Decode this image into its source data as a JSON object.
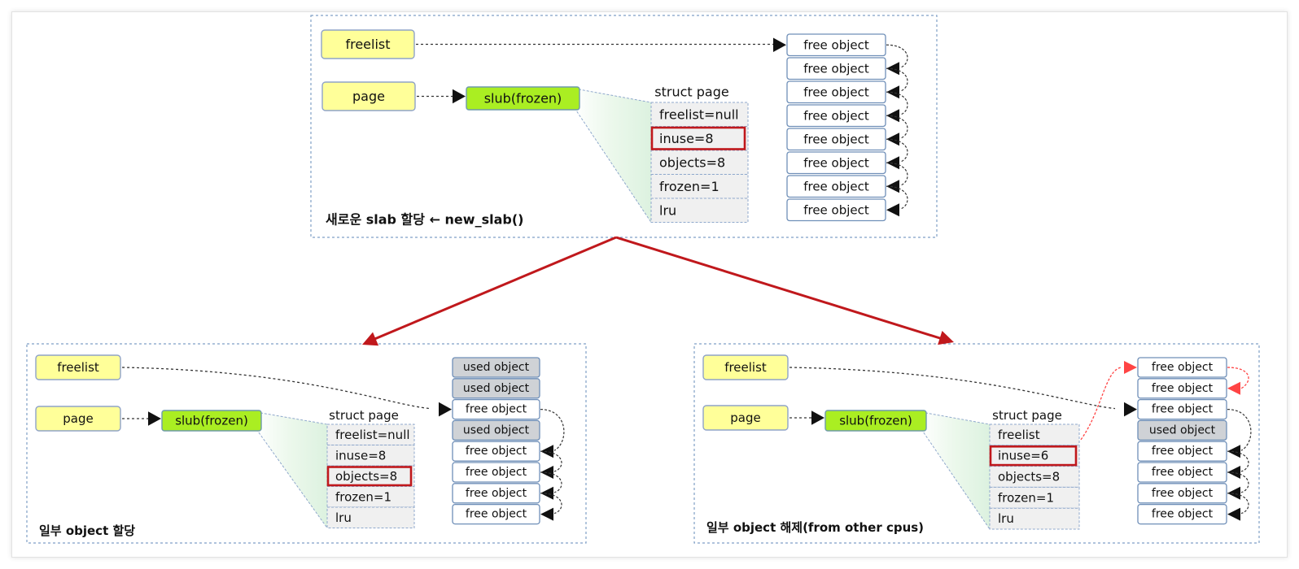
{
  "panels": [
    {
      "caption": "새로운 slab 할당 ← new_slab()",
      "freelist_label": "freelist",
      "page_label": "page",
      "slub_label": "slub(frozen)",
      "struct_title": "struct page",
      "fields": [
        "freelist=null",
        "inuse=8",
        "objects=8",
        "frozen=1",
        "lru"
      ],
      "highlight_field": 1,
      "objects": [
        "free object",
        "free object",
        "free object",
        "free object",
        "free object",
        "free object",
        "free object",
        "free object"
      ],
      "object_states": [
        "free",
        "free",
        "free",
        "free",
        "free",
        "free",
        "free",
        "free"
      ]
    },
    {
      "caption": "일부 object 할당",
      "freelist_label": "freelist",
      "page_label": "page",
      "slub_label": "slub(frozen)",
      "struct_title": "struct page",
      "fields": [
        "freelist=null",
        "inuse=8",
        "objects=8",
        "frozen=1",
        "lru"
      ],
      "highlight_field": 2,
      "objects": [
        "used object",
        "used object",
        "free object",
        "used object",
        "free object",
        "free object",
        "free object",
        "free object"
      ],
      "object_states": [
        "used",
        "used",
        "free",
        "used",
        "free",
        "free",
        "free",
        "free"
      ]
    },
    {
      "caption": "일부 object 해제(from other cpus)",
      "freelist_label": "freelist",
      "page_label": "page",
      "slub_label": "slub(frozen)",
      "struct_title": "struct page",
      "fields": [
        "freelist",
        "inuse=6",
        "objects=8",
        "frozen=1",
        "lru"
      ],
      "highlight_field": 1,
      "objects": [
        "free object",
        "free object",
        "free object",
        "used object",
        "free object",
        "free object",
        "free object",
        "free object"
      ],
      "object_states": [
        "free",
        "free",
        "free",
        "used",
        "free",
        "free",
        "free",
        "free"
      ]
    }
  ],
  "colors": {
    "panel_border": "#7f9fc6",
    "yellow_box": "#ffff99",
    "yellow_border": "#8fa3c7",
    "slub_fill": "#aaee22",
    "slub_border": "#6e9aaa",
    "field_fill": "#f0f0f0",
    "field_border": "#8fa8cc",
    "highlight": "#c0181c",
    "free_fill": "#ffffff",
    "used_fill": "#cfd2d6",
    "object_border": "#6f8fb8",
    "main_arrow": "#c0181c",
    "red_dashed": "#ff4444"
  }
}
